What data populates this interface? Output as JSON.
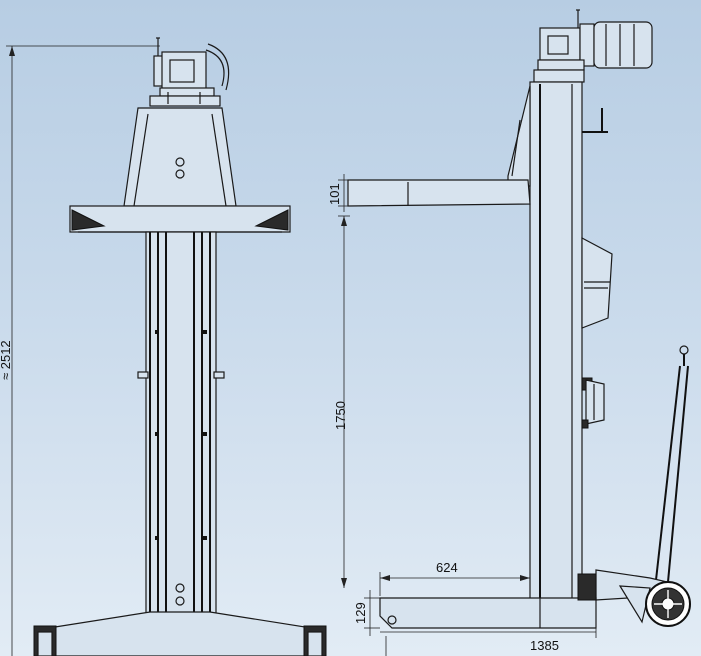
{
  "dimensions": {
    "overall_height": "≈ 2512",
    "arm_thickness": "101",
    "lift_height": "1750",
    "arm_length": "624",
    "base_height": "129",
    "base_length": "1385"
  },
  "colors": {
    "background_top": "#b7cde3",
    "background_bottom": "#e2ecf5",
    "line": "#1a1a1a"
  }
}
